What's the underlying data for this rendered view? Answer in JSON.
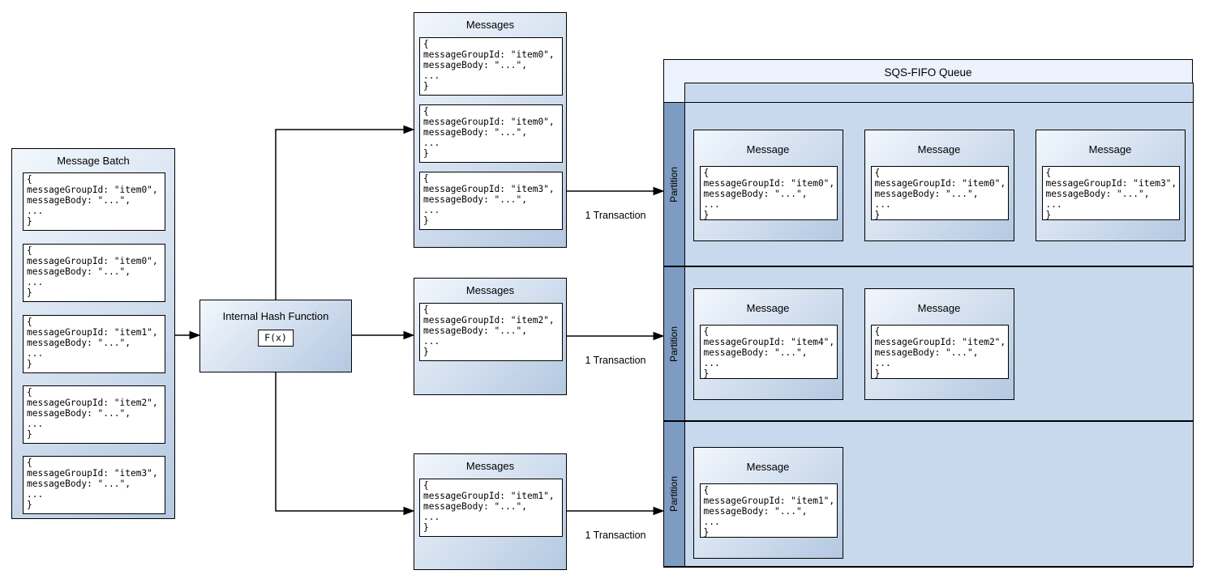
{
  "colors": {
    "gradStart": "#f2f7fd",
    "gradEnd": "#b4c8e1",
    "queueBg": "#edf3fd",
    "laneBg": "#c9d9ed",
    "stripBg": "#7e9bc2"
  },
  "batch": {
    "title": "Message Batch",
    "cards": [
      {
        "code": "{\nmessageGroupId: \"item0\",\nmessageBody: \"...\",\n...\n}"
      },
      {
        "code": "{\nmessageGroupId: \"item0\",\nmessageBody: \"...\",\n...\n}"
      },
      {
        "code": "{\nmessageGroupId: \"item1\",\nmessageBody: \"...\",\n...\n}"
      },
      {
        "code": "{\nmessageGroupId: \"item2\",\nmessageBody: \"...\",\n...\n}"
      },
      {
        "code": "{\nmessageGroupId: \"item3\",\nmessageBody: \"...\",\n...\n}"
      }
    ]
  },
  "hash": {
    "title": "Internal Hash Function",
    "formula": "F(x)"
  },
  "groups": [
    {
      "title": "Messages",
      "cards": [
        {
          "code": "{\nmessageGroupId: \"item0\",\nmessageBody: \"...\",\n...\n}"
        },
        {
          "code": "{\nmessageGroupId: \"item0\",\nmessageBody: \"...\",\n...\n}"
        },
        {
          "code": "{\nmessageGroupId: \"item3\",\nmessageBody: \"...\",\n...\n}"
        }
      ]
    },
    {
      "title": "Messages",
      "cards": [
        {
          "code": "{\nmessageGroupId: \"item2\",\nmessageBody: \"...\",\n...\n}"
        }
      ]
    },
    {
      "title": "Messages",
      "cards": [
        {
          "code": "{\nmessageGroupId: \"item1\",\nmessageBody: \"...\",\n...\n}"
        }
      ]
    }
  ],
  "transactions": [
    "1 Transaction",
    "1 Transaction",
    "1 Transaction"
  ],
  "queue": {
    "title": "SQS-FIFO Queue",
    "partitions": [
      {
        "label": "Partition",
        "cards": [
          {
            "title": "Message",
            "code": "{\nmessageGroupId: \"item0\",\nmessageBody: \"...\",\n...\n}"
          },
          {
            "title": "Message",
            "code": "{\nmessageGroupId: \"item0\",\nmessageBody: \"...\",\n...\n}"
          },
          {
            "title": "Message",
            "code": "{\nmessageGroupId: \"item3\",\nmessageBody: \"...\",\n...\n}"
          }
        ]
      },
      {
        "label": "Partition",
        "cards": [
          {
            "title": "Message",
            "code": "{\nmessageGroupId: \"item4\",\nmessageBody: \"...\",\n...\n}"
          },
          {
            "title": "Message",
            "code": "{\nmessageGroupId: \"item2\",\nmessageBody: \"...\",\n...\n}"
          }
        ]
      },
      {
        "label": "Partition",
        "cards": [
          {
            "title": "Message",
            "code": "{\nmessageGroupId: \"item1\",\nmessageBody: \"...\",\n...\n}"
          }
        ]
      }
    ]
  }
}
